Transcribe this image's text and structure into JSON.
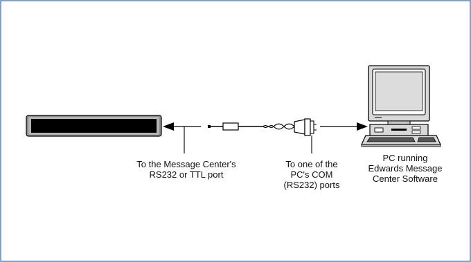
{
  "labels": {
    "message_center_port": [
      "To the Message Center's",
      "RS232 or TTL port"
    ],
    "pc_com_ports": [
      "To one of the",
      "PC's COM",
      "(RS232) ports"
    ],
    "pc": [
      "PC running",
      "Edwards Message",
      "Center Software"
    ]
  },
  "colors": {
    "frame_border": "#7fa3c8",
    "display_face": "#000000",
    "display_bezel": "#8a8a8a",
    "line": "#000000",
    "computer_shell": "#d9d9d9"
  },
  "icons": [
    "message-display-sign-icon",
    "serial-cable-icon",
    "db9-connector-icon",
    "desktop-pc-icon"
  ]
}
